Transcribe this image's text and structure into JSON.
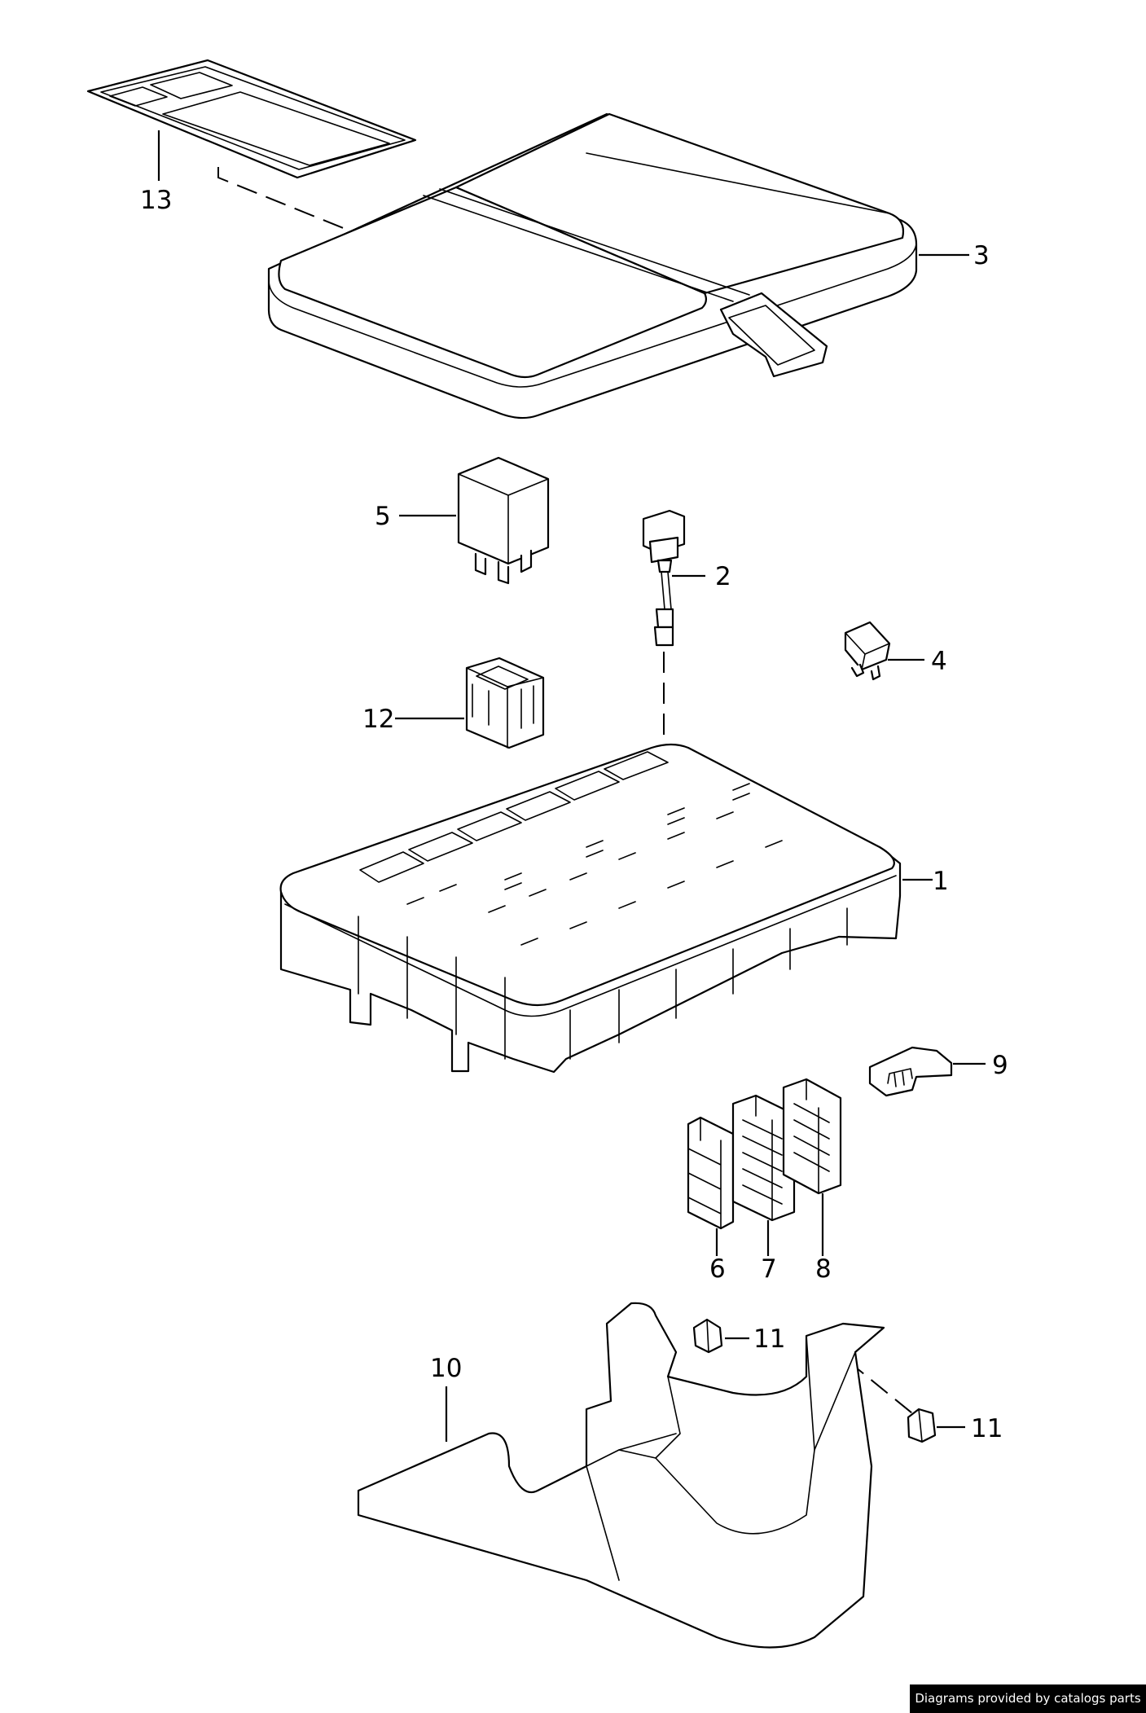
{
  "labels": {
    "p1": "1",
    "p2": "2",
    "p3": "3",
    "p4": "4",
    "p5": "5",
    "p6": "6",
    "p7": "7",
    "p8": "8",
    "p9": "9",
    "p10": "10",
    "p11a": "11",
    "p11b": "11",
    "p12": "12",
    "p13": "13"
  },
  "credit": "Diagrams provided by catalogs parts"
}
